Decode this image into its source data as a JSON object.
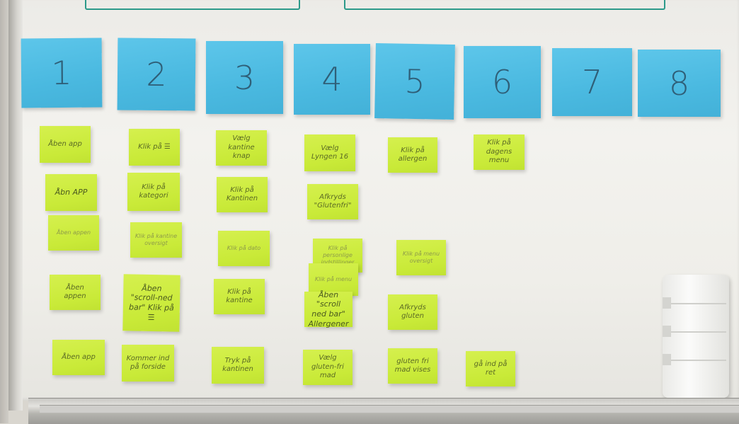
{
  "scene": {
    "description_colors": {
      "board": "#f0efeb",
      "blue_note": "#4ab9e0",
      "green_note": "#c9ea38"
    }
  },
  "blue_notes": [
    "1",
    "2",
    "3",
    "4",
    "5",
    "6",
    "7",
    "8"
  ],
  "green_notes": [
    "Åben app",
    "Klik på ☰",
    "Vælg kantine knap",
    "Vælg Lyngen 16",
    "Klik på allergen",
    "Klik på dagens menu",
    "Åbn APP",
    "Klik på kategori",
    "Klik på Kantinen",
    "Afkryds \"Glutenfri\"",
    "Åben appen",
    "Klik på kantine oversigt",
    "Klik på dato",
    "Klik på personlige indstillinger",
    "Klik på menu",
    "Klik på menu oversigt",
    "Åben appen",
    "Åben \"scroll-ned bar\" Klik på ☰",
    "Klik på kantine",
    "Åben \"scroll ned bar\" Allergener",
    "Afkryds gluten",
    "Åben app",
    "Kommer ind på forside",
    "Tryk på kantinen",
    "Vælg gluten-fri mad",
    "gluten fri mad vises",
    "gå ind på ret"
  ]
}
